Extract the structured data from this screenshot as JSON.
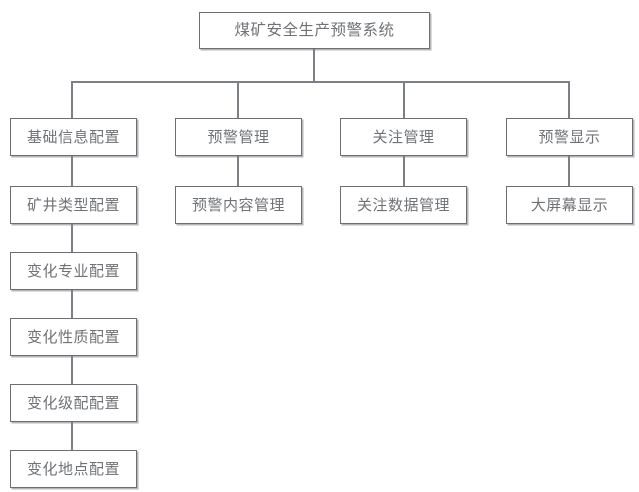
{
  "diagram": {
    "type": "tree",
    "title_node": {
      "id": "root",
      "label": "煤矿安全生产预警系统"
    },
    "branches": [
      {
        "id": "branch-1",
        "label": "基础信息配置",
        "children": [
          {
            "id": "b1-c1",
            "label": "矿井类型配置"
          },
          {
            "id": "b1-c2",
            "label": "变化专业配置"
          },
          {
            "id": "b1-c3",
            "label": "变化性质配置"
          },
          {
            "id": "b1-c4",
            "label": "变化级配配置"
          },
          {
            "id": "b1-c5",
            "label": "变化地点配置"
          }
        ]
      },
      {
        "id": "branch-2",
        "label": "预警管理",
        "children": [
          {
            "id": "b2-c1",
            "label": "预警内容管理"
          }
        ]
      },
      {
        "id": "branch-3",
        "label": "关注管理",
        "children": [
          {
            "id": "b3-c1",
            "label": "关注数据管理"
          }
        ]
      },
      {
        "id": "branch-4",
        "label": "预警显示",
        "children": [
          {
            "id": "b4-c1",
            "label": "大屏幕显示"
          }
        ]
      }
    ],
    "colors": {
      "box_border": "#6b6e73",
      "connector": "#7c7f84",
      "text": "#6f7276",
      "background": "#ffffff"
    }
  }
}
